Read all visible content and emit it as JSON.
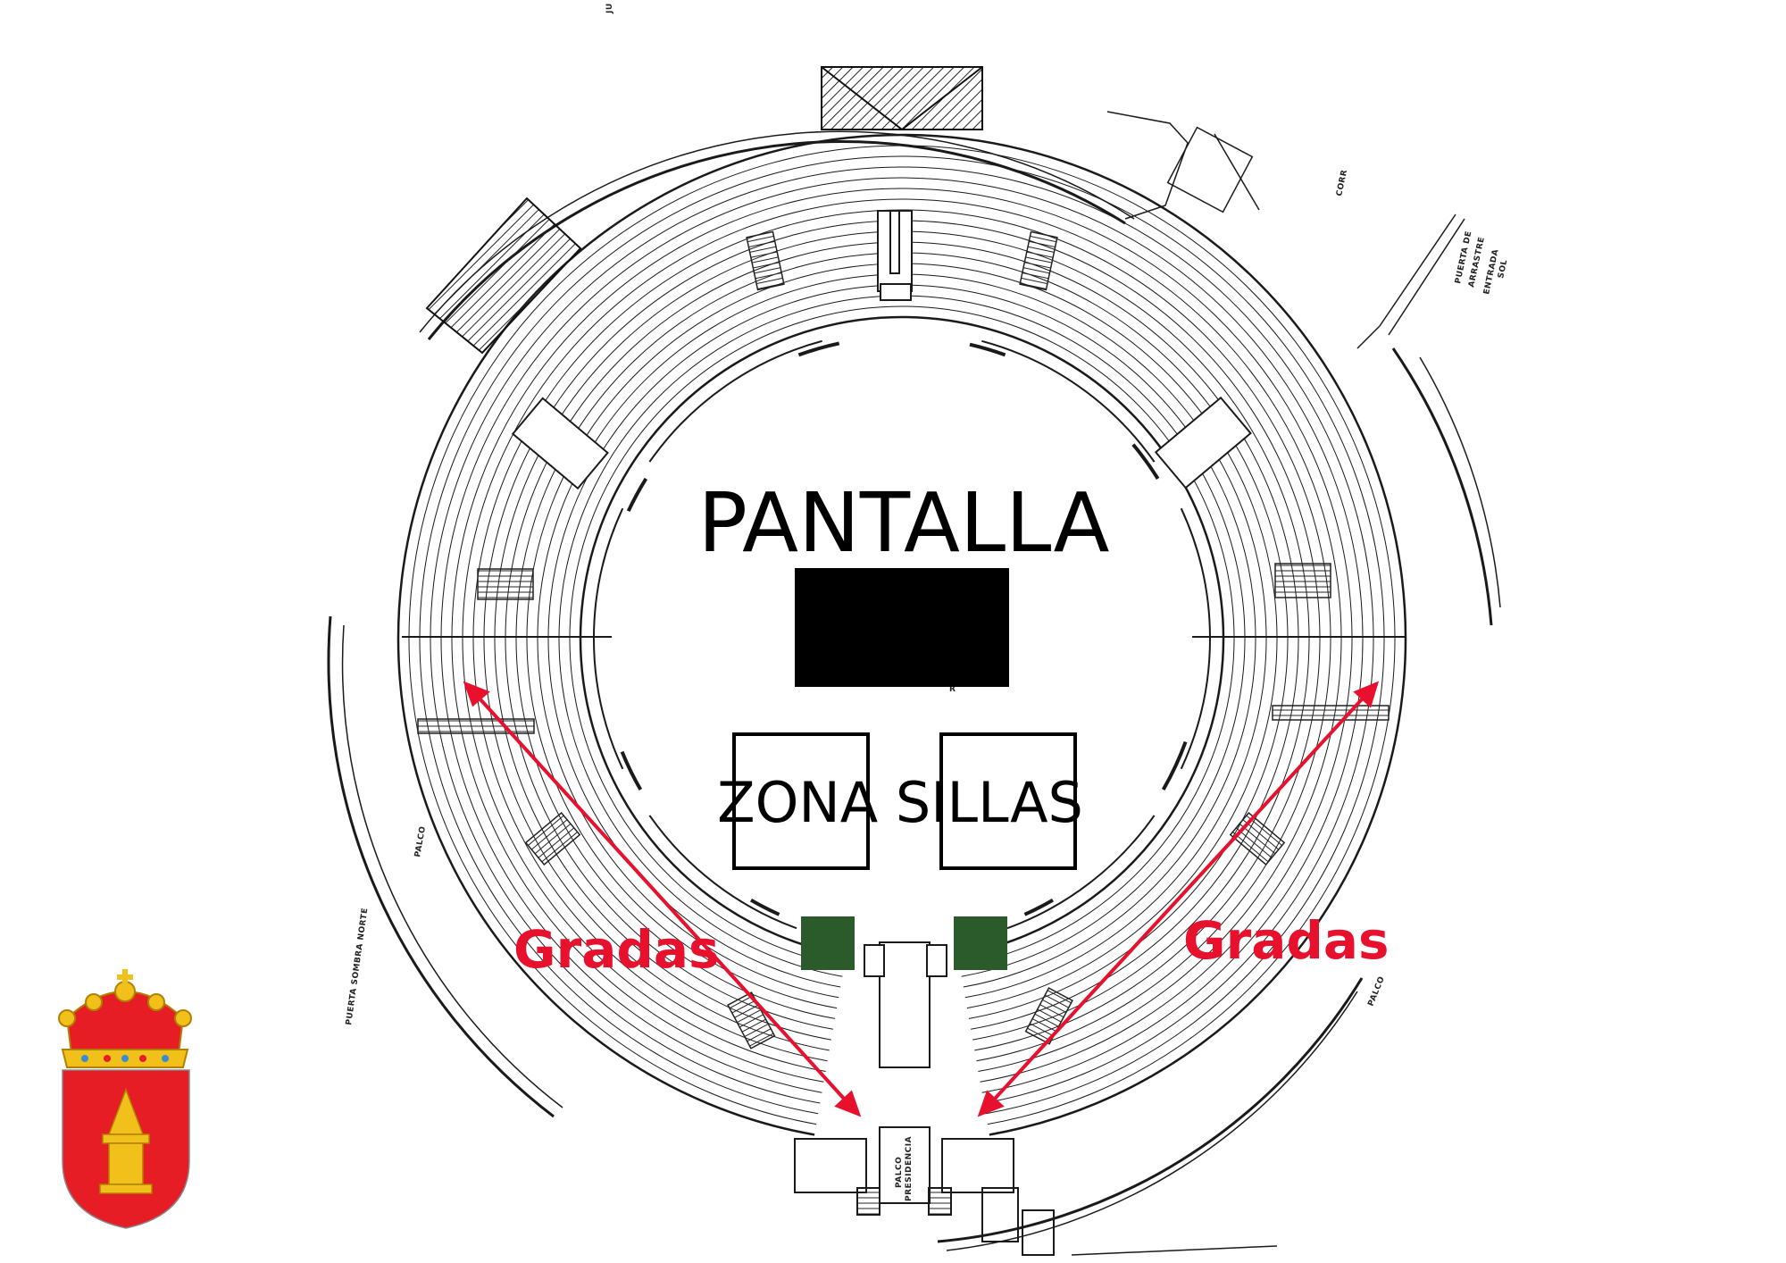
{
  "map": {
    "screen_label": "PANTALLA",
    "chairs_label": "ZONA SILLAS",
    "stands_left": "Gradas",
    "stands_right": "Gradas",
    "gate_north": "PUERTA SOMBRA NORTE",
    "gate_sun": [
      "PUERTA DE",
      "ARRASTRE",
      "ENTRADA",
      "SOL"
    ],
    "box_label": [
      "PALCO",
      "PRESIDENCIA"
    ],
    "stall_left": "PALCO",
    "stall_right": "PALCO",
    "top_mark_a": "JU",
    "top_mark_b": "CORR",
    "ring_mark": "R"
  },
  "colors": {
    "accent_red": "#e8112d",
    "green_blocks": "#2b5a2b",
    "screen_fill": "#000000",
    "crest_red": "#e61d25",
    "crest_gold": "#f2c01b"
  },
  "icons": [
    "coat-of-arms-icon",
    "arrow-icon"
  ]
}
